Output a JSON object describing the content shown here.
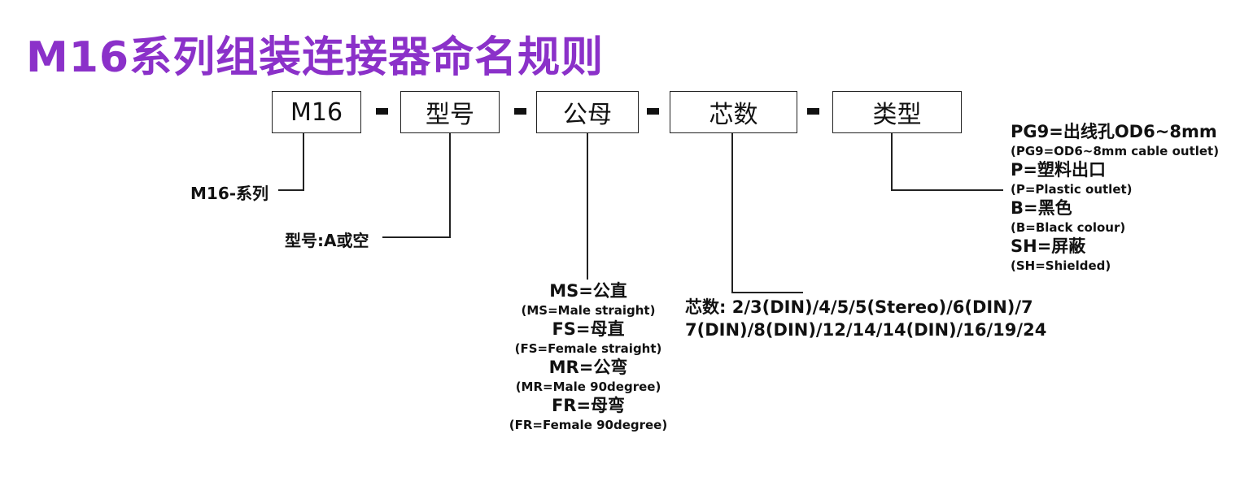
{
  "title": "M16系列组装连接器命名规则",
  "boxes": [
    "M16",
    "型号",
    "公母",
    "芯数",
    "类型"
  ],
  "labels": {
    "series": "M16-系列",
    "model": "型号:A或空"
  },
  "gender_options": [
    {
      "main": "MS=公直",
      "sub": "(MS=Male straight)"
    },
    {
      "main": "FS=母直",
      "sub": "(FS=Female straight)"
    },
    {
      "main": "MR=公弯",
      "sub": "(MR=Male 90degree)"
    },
    {
      "main": "FR=母弯",
      "sub": "(FR=Female 90degree)"
    }
  ],
  "pins": {
    "line1": "芯数: 2/3(DIN)/4/5/5(Stereo)/6(DIN)/7",
    "line2": "7(DIN)/8(DIN)/12/14/14(DIN)/16/19/24"
  },
  "type_options": [
    {
      "main": "PG9=出线孔OD6~8mm",
      "sub": "(PG9=OD6~8mm cable outlet)"
    },
    {
      "main": "P=塑料出口",
      "sub": "(P=Plastic outlet)"
    },
    {
      "main": "B=黑色",
      "sub": "(B=Black colour)"
    },
    {
      "main": "SH=屏蔽",
      "sub": "(SH=Shielded)"
    }
  ]
}
